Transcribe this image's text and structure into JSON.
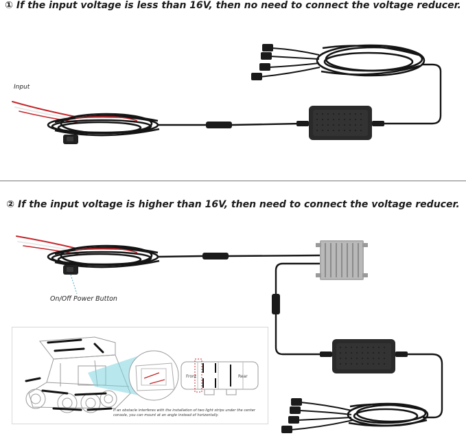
{
  "captions": {
    "step1": "① If the input voltage is less than 16V, then no need to connect the voltage reducer.",
    "step2": "② If the input voltage is higher than 16V, then need to connect the voltage reducer."
  },
  "labels": {
    "input": "Input",
    "power_button": "On/Off Power Button"
  },
  "inset": {
    "front": "Front",
    "rear": "Rear",
    "note": "If an obstacle interferes with the installation of two light strips under the center console, you can mount at an angle instead of horizontally."
  },
  "colors": {
    "cable": "#141414",
    "red_wire": "#c4262b",
    "controller": "#2a2a2a",
    "reducer": "#a9a9a9",
    "highlight": "#7fd3e0"
  }
}
